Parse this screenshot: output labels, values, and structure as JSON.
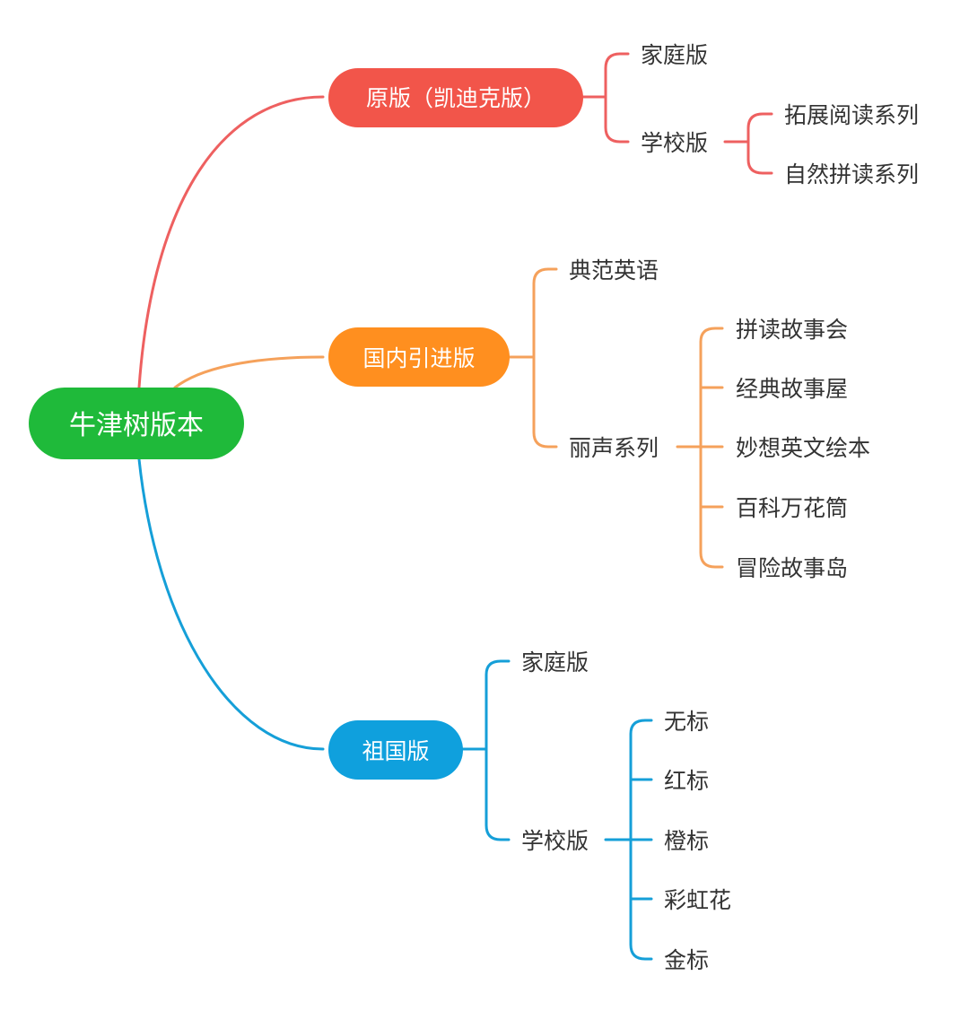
{
  "root": {
    "label": "牛津树版本",
    "color": "#1FBA3A"
  },
  "branches": [
    {
      "key": "original",
      "label": "原版（凯迪克版）",
      "color": "#F2554A",
      "children": [
        {
          "key": "home",
          "label": "家庭版"
        },
        {
          "key": "school",
          "label": "学校版",
          "children": [
            {
              "key": "extended-reading",
              "label": "拓展阅读系列"
            },
            {
              "key": "phonics",
              "label": "自然拼读系列"
            }
          ]
        }
      ]
    },
    {
      "key": "domestic",
      "label": "国内引进版",
      "color": "#FF8F1F",
      "children": [
        {
          "key": "classic-english",
          "label": "典范英语"
        },
        {
          "key": "lisheng",
          "label": "丽声系列",
          "children": [
            {
              "key": "phonics-stories",
              "label": "拼读故事会"
            },
            {
              "key": "classic-story-house",
              "label": "经典故事屋"
            },
            {
              "key": "fun-english-books",
              "label": "妙想英文绘本"
            },
            {
              "key": "encyclopedia",
              "label": "百科万花筒"
            },
            {
              "key": "adventure-island",
              "label": "冒险故事岛"
            }
          ]
        }
      ]
    },
    {
      "key": "homeland",
      "label": "祖国版",
      "color": "#0FA0DD",
      "children": [
        {
          "key": "home",
          "label": "家庭版"
        },
        {
          "key": "school",
          "label": "学校版",
          "children": [
            {
              "key": "no-label",
              "label": "无标"
            },
            {
              "key": "red-label",
              "label": "红标"
            },
            {
              "key": "orange-label",
              "label": "橙标"
            },
            {
              "key": "rainbow",
              "label": "彩虹花"
            },
            {
              "key": "gold-label",
              "label": "金标"
            }
          ]
        }
      ]
    }
  ],
  "colors": {
    "text": "#333333",
    "pill_text": "#ffffff",
    "original_stroke": "#EE6060",
    "domestic_stroke": "#F5A15B",
    "homeland_stroke": "#159FD8"
  }
}
